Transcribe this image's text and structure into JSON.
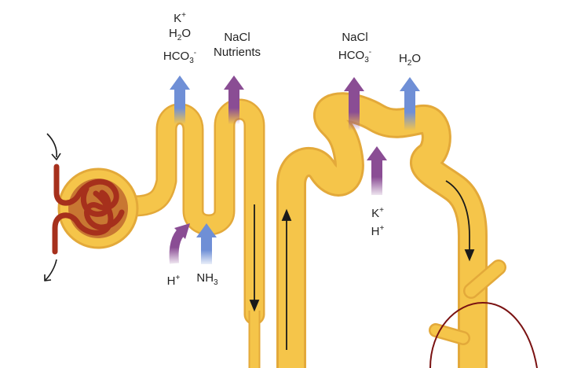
{
  "colors": {
    "tubule_fill": "#f5c54a",
    "tubule_edge": "#e3a93a",
    "capsule_fill": "#f5c54a",
    "capillary": "#a6301c",
    "capillary_inner": "#c0692e",
    "blue_arrow": "#6f8fd6",
    "purple_arrow": "#8a4d94",
    "flow_arrow": "#1a1a1a",
    "vessel": "#7a1212"
  },
  "labels": {
    "pct_reabsorb": {
      "k": "K",
      "k_sup": "+",
      "h2o_a": "H",
      "h2o_sub": "2",
      "h2o_b": "O",
      "hco3_a": "HCO",
      "hco3_sub": "3",
      "hco3_sup": "-"
    },
    "pct_nacl": {
      "line1": "NaCl",
      "line2": "Nutrients"
    },
    "pct_secrete": {
      "h": "H",
      "h_sup": "+",
      "nh3_a": "NH",
      "nh3_sub": "3"
    },
    "dct_reabsorb": {
      "nacl": "NaCl",
      "hco3_a": "HCO",
      "hco3_sub": "3",
      "hco3_sup": "-"
    },
    "dct_water": {
      "h2o_a": "H",
      "h2o_sub": "2",
      "h2o_b": "O"
    },
    "dct_secrete": {
      "k": "K",
      "k_sup": "+",
      "h": "H",
      "h_sup": "+"
    }
  }
}
